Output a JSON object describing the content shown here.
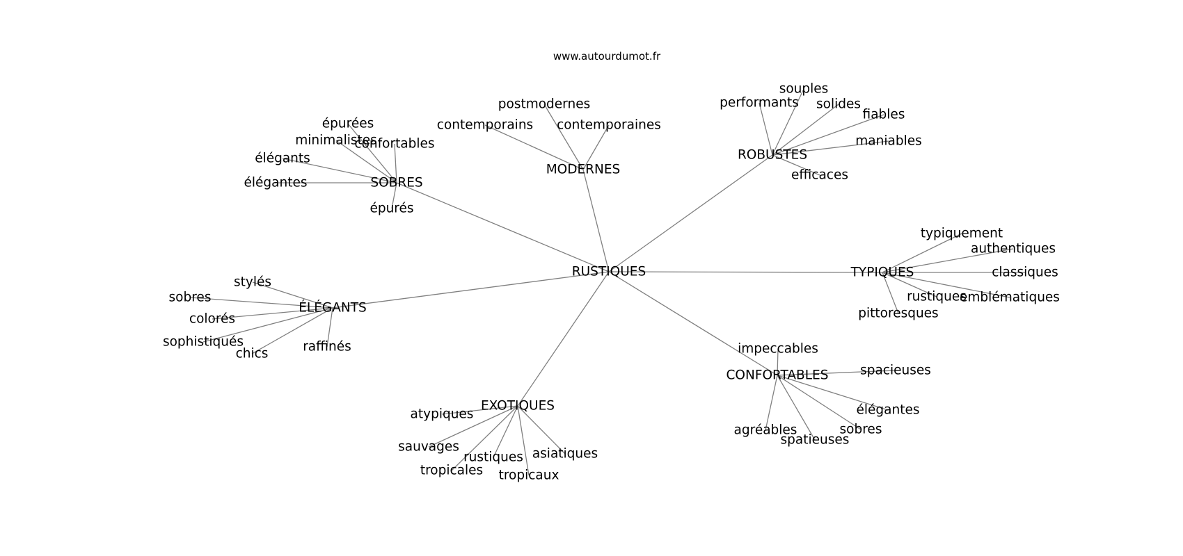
{
  "source": "www.autourdumot.fr",
  "root": "RUSTIQUES",
  "clusters": [
    {
      "label": "SOBRES",
      "words": [
        "épurées",
        "minimalistes",
        "confortables",
        "élégants",
        "élégantes",
        "épurés"
      ]
    },
    {
      "label": "MODERNES",
      "words": [
        "postmodernes",
        "contemporains",
        "contemporaines"
      ]
    },
    {
      "label": "ROBUSTES",
      "words": [
        "souples",
        "performants",
        "solides",
        "fiables",
        "maniables",
        "efficaces"
      ]
    },
    {
      "label": "TYPIQUES",
      "words": [
        "typiquement",
        "authentiques",
        "classiques",
        "rustiques",
        "emblématiques",
        "pittoresques"
      ]
    },
    {
      "label": "ÉLÉGANTS",
      "words": [
        "stylés",
        "sobres",
        "colorés",
        "sophistiqués",
        "chics",
        "raffinés"
      ]
    },
    {
      "label": "CONFORTABLES",
      "words": [
        "impeccables",
        "spacieuses",
        "élégantes",
        "agréables",
        "sobres",
        "spatieuses"
      ]
    },
    {
      "label": "EXOTIQUES",
      "words": [
        "atypiques",
        "sauvages",
        "rustiques",
        "asiatiques",
        "tropicales",
        "tropicaux"
      ]
    }
  ]
}
